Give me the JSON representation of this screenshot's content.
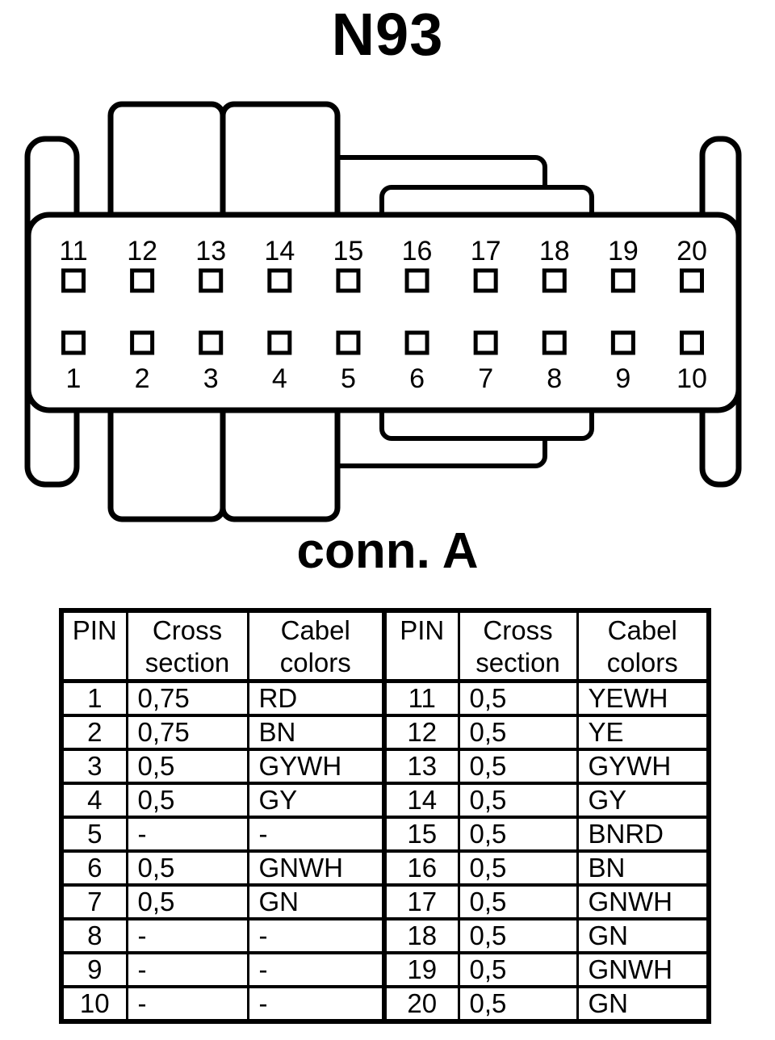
{
  "page": {
    "title": "N93",
    "connector_label": "conn. A"
  },
  "colors": {
    "ink": "#000000",
    "background": "#ffffff"
  },
  "connector": {
    "top_row_pins": [
      "11",
      "12",
      "13",
      "14",
      "15",
      "16",
      "17",
      "18",
      "19",
      "20"
    ],
    "bottom_row_pins": [
      "1",
      "2",
      "3",
      "4",
      "5",
      "6",
      "7",
      "8",
      "9",
      "10"
    ]
  },
  "pin_table": {
    "headers": {
      "pin": "PIN",
      "cross_section": "Cross section",
      "cable_colors": "Cabel colors"
    },
    "left_rows": [
      {
        "pin": "1",
        "cross_section": "0,75",
        "color": "RD"
      },
      {
        "pin": "2",
        "cross_section": "0,75",
        "color": "BN"
      },
      {
        "pin": "3",
        "cross_section": "0,5",
        "color": "GYWH"
      },
      {
        "pin": "4",
        "cross_section": "0,5",
        "color": "GY"
      },
      {
        "pin": "5",
        "cross_section": "-",
        "color": "-"
      },
      {
        "pin": "6",
        "cross_section": "0,5",
        "color": "GNWH"
      },
      {
        "pin": "7",
        "cross_section": "0,5",
        "color": "GN"
      },
      {
        "pin": "8",
        "cross_section": "-",
        "color": "-"
      },
      {
        "pin": "9",
        "cross_section": "-",
        "color": "-"
      },
      {
        "pin": "10",
        "cross_section": "-",
        "color": "-"
      }
    ],
    "right_rows": [
      {
        "pin": "11",
        "cross_section": "0,5",
        "color": "YEWH"
      },
      {
        "pin": "12",
        "cross_section": "0,5",
        "color": "YE"
      },
      {
        "pin": "13",
        "cross_section": "0,5",
        "color": "GYWH"
      },
      {
        "pin": "14",
        "cross_section": "0,5",
        "color": "GY"
      },
      {
        "pin": "15",
        "cross_section": "0,5",
        "color": "BNRD"
      },
      {
        "pin": "16",
        "cross_section": "0,5",
        "color": "BN"
      },
      {
        "pin": "17",
        "cross_section": "0,5",
        "color": "GNWH"
      },
      {
        "pin": "18",
        "cross_section": "0,5",
        "color": "GN"
      },
      {
        "pin": "19",
        "cross_section": "0,5",
        "color": "GNWH"
      },
      {
        "pin": "20",
        "cross_section": "0,5",
        "color": "GN"
      }
    ]
  }
}
